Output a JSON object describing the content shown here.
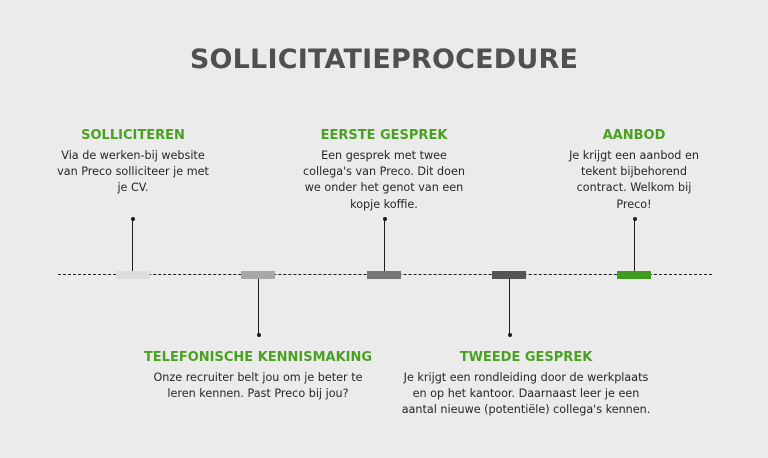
{
  "title": "SOLLICITATIEPROCEDURE",
  "steps": [
    {
      "title": "SOLLICITEREN",
      "text": "Via de werken-bij website van Preco solliciteer je met je CV.",
      "color": "#dcdcdc"
    },
    {
      "title": "TELEFONISCHE KENNISMAKING",
      "text": "Onze recruiter belt jou om je beter te leren kennen. Past Preco bij jou?",
      "color": "#a8a8a8"
    },
    {
      "title": "EERSTE GESPREK",
      "text": "Een gesprek met twee collega's van Preco. Dit doen we onder het genot van een kopje koffie.",
      "color": "#767676"
    },
    {
      "title": "TWEEDE GESPREK",
      "text": "Je krijgt een rondleiding door de werkplaats en op het kantoor. Daarnaast leer je een aantal nieuwe (potentiële) collega's kennen.",
      "color": "#565656"
    },
    {
      "title": "AANBOD",
      "text": "Je krijgt een aanbod en tekent bijbehorend contract. Welkom bij Preco!",
      "color": "#3f9c1f"
    }
  ],
  "colors": {
    "accent": "#4aa121",
    "title": "#505050",
    "background": "#ebebeb"
  }
}
